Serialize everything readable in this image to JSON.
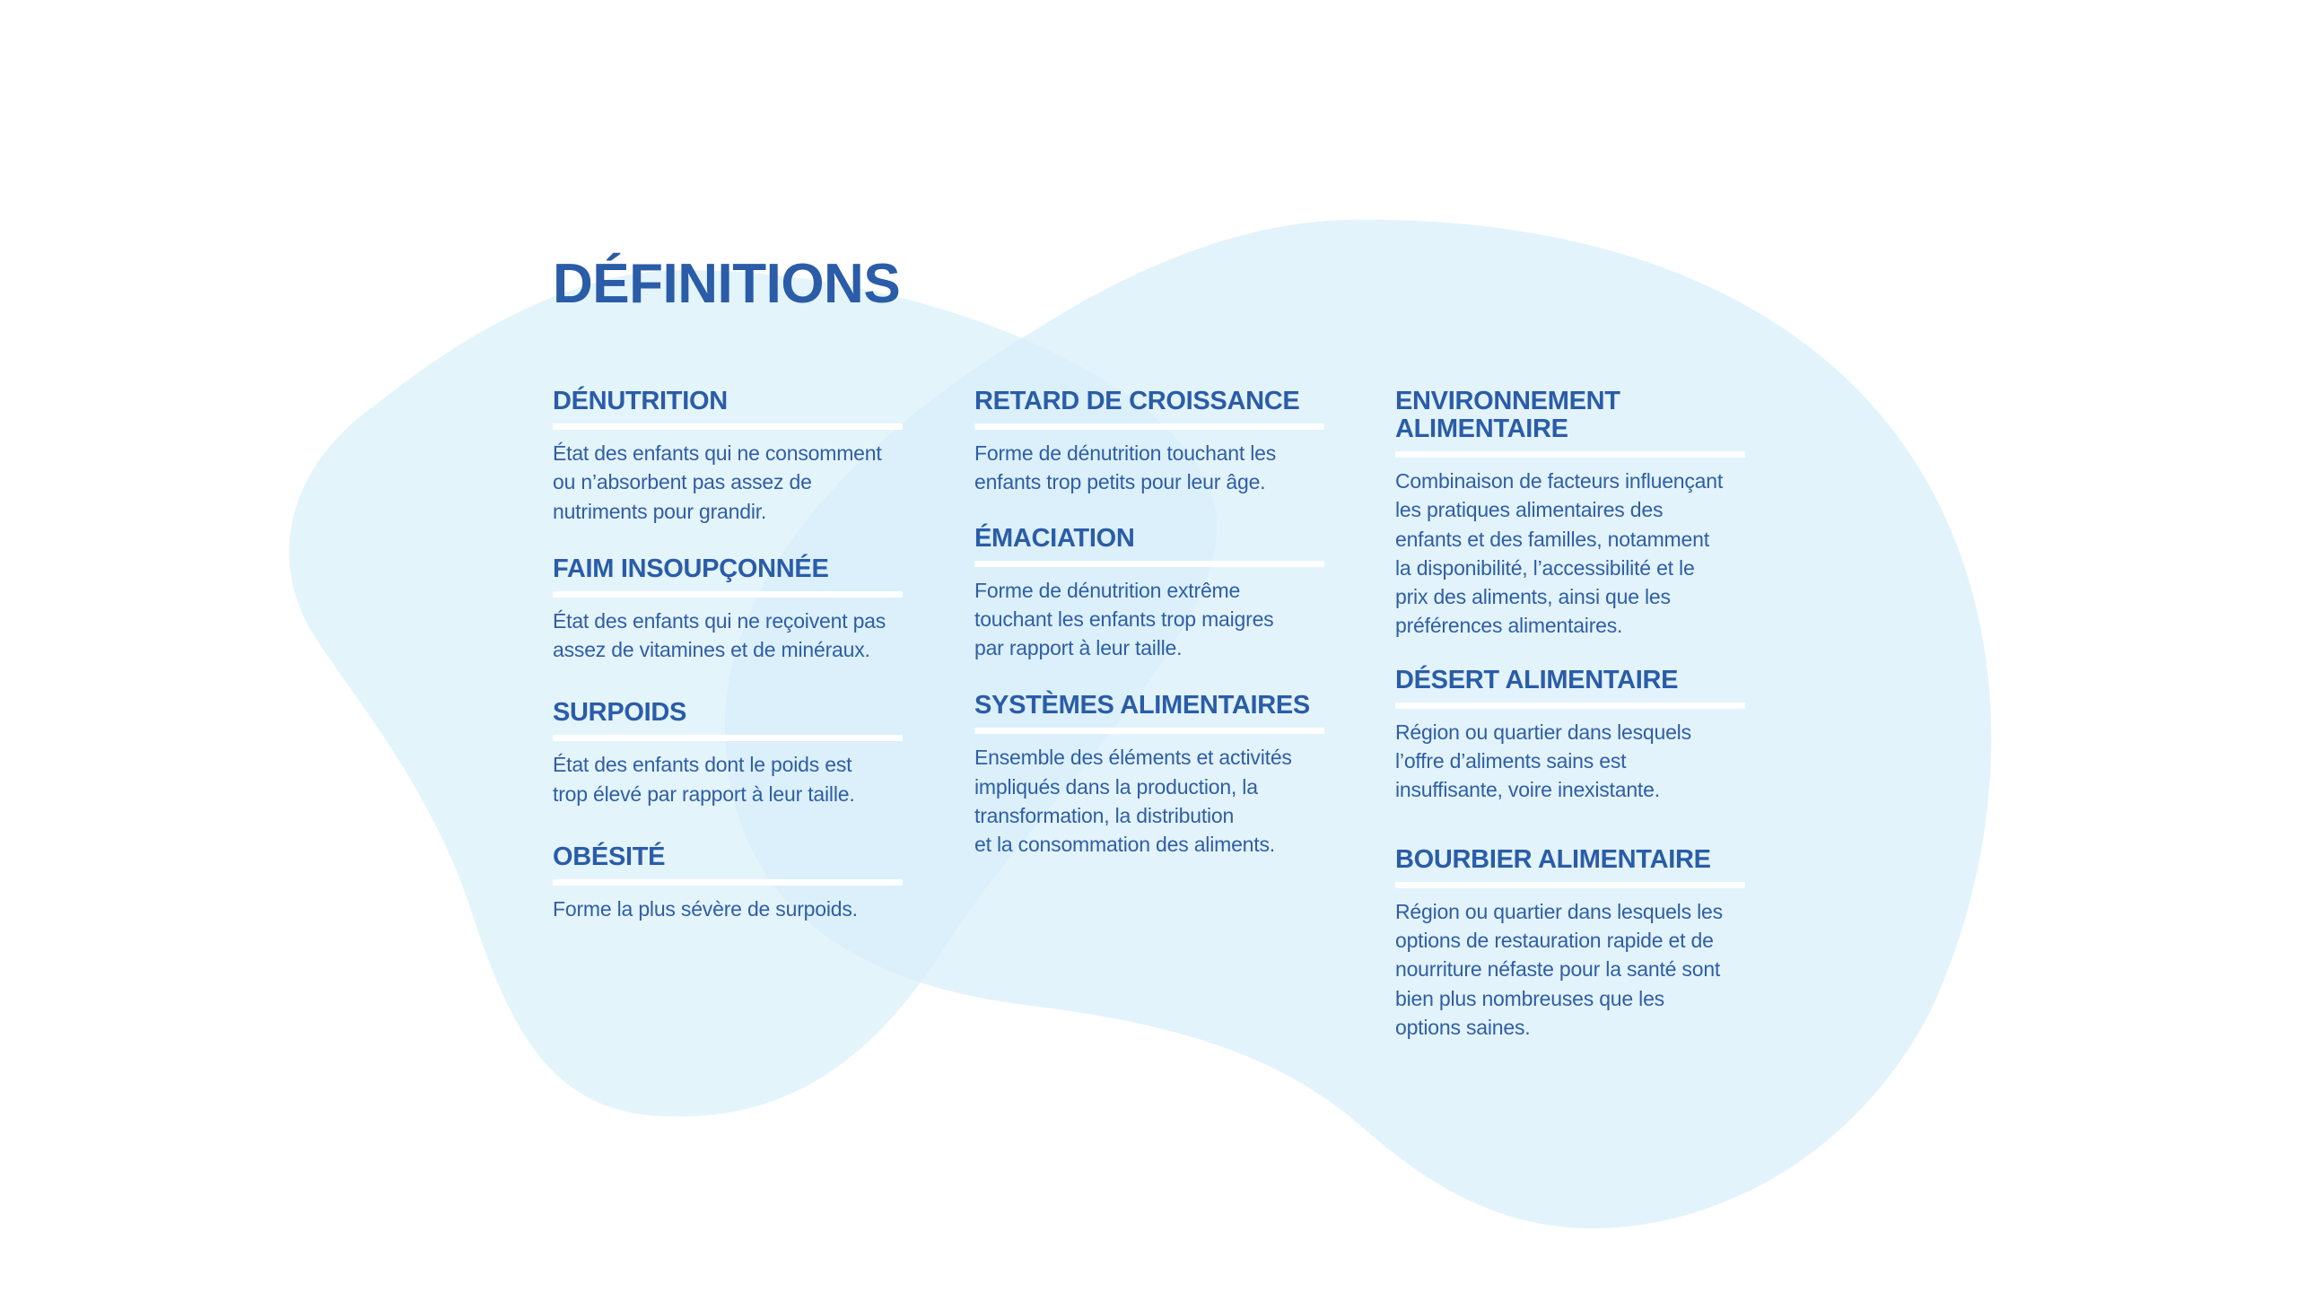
{
  "page": {
    "title": "DÉFINITIONS",
    "colors": {
      "accent": "#2a5ca8",
      "blob": "#e2f3fb",
      "rule": "#ffffff",
      "background": "#ffffff"
    }
  },
  "columns": [
    {
      "terms": [
        {
          "title": "DÉNUTRITION",
          "body": "État des enfants qui ne consomment\nou n’absorbent pas assez de\nnutriments pour grandir."
        },
        {
          "title": "FAIM INSOUPÇONNÉE",
          "body": "État des enfants qui ne reçoivent pas\nassez de vitamines et de minéraux."
        },
        {
          "title": "SURPOIDS",
          "body": "État des enfants dont le poids est\ntrop élevé par rapport à leur taille."
        },
        {
          "title": "OBÉSITÉ",
          "body": "Forme la plus sévère de surpoids."
        }
      ]
    },
    {
      "terms": [
        {
          "title": "RETARD DE CROISSANCE",
          "body": "Forme de dénutrition touchant les\nenfants trop petits pour leur âge."
        },
        {
          "title": "ÉMACIATION",
          "body": "Forme de dénutrition extrême\ntouchant les enfants trop maigres\npar rapport à leur taille."
        },
        {
          "title": "SYSTÈMES ALIMENTAIRES",
          "body": "Ensemble des éléments et activités\nimpliqués dans la production, la\ntransformation, la distribution\net la consommation des aliments."
        }
      ]
    },
    {
      "terms": [
        {
          "title": "ENVIRONNEMENT\nALIMENTAIRE",
          "body": "Combinaison de facteurs influençant\nles pratiques alimentaires des\nenfants et des familles, notamment\nla disponibilité, l’accessibilité et le\nprix des aliments, ainsi que les\npréférences alimentaires."
        },
        {
          "title": "DÉSERT ALIMENTAIRE",
          "body": "Région ou quartier dans lesquels\nl’offre d’aliments sains est\ninsuffisante, voire inexistante."
        },
        {
          "title": "BOURBIER ALIMENTAIRE",
          "body": "Région ou quartier dans lesquels les\noptions de restauration rapide et de\nnourriture néfaste pour la santé sont\nbien plus nombreuses que les\noptions saines."
        }
      ]
    }
  ]
}
